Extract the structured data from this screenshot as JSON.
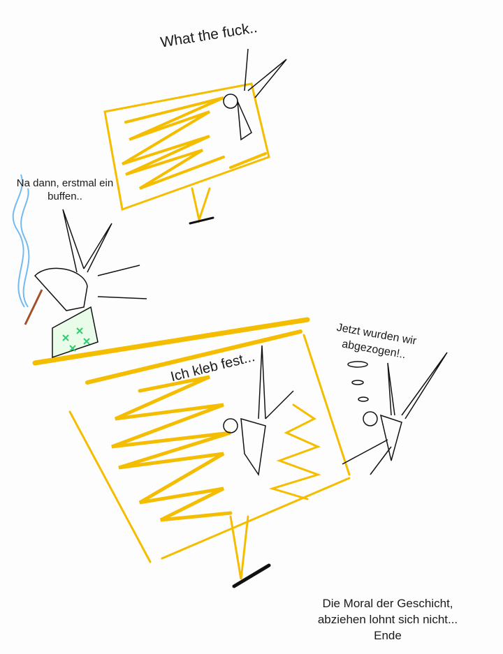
{
  "panel1": {
    "speech": "What the fuck.."
  },
  "panel0": {
    "speech": "Na dann, erstmal ein buffen.."
  },
  "panel2": {
    "speech_left": "Ich kleb fest...",
    "speech_right": "Jetzt wurden wir abgezogen!.."
  },
  "ending": {
    "text": "Die Moral der Geschicht, abziehen lohnt sich nicht... Ende"
  },
  "colors": {
    "tape": "#f5bd00",
    "smoke": "#3aa0e8",
    "leaf": "#2ecc71"
  }
}
